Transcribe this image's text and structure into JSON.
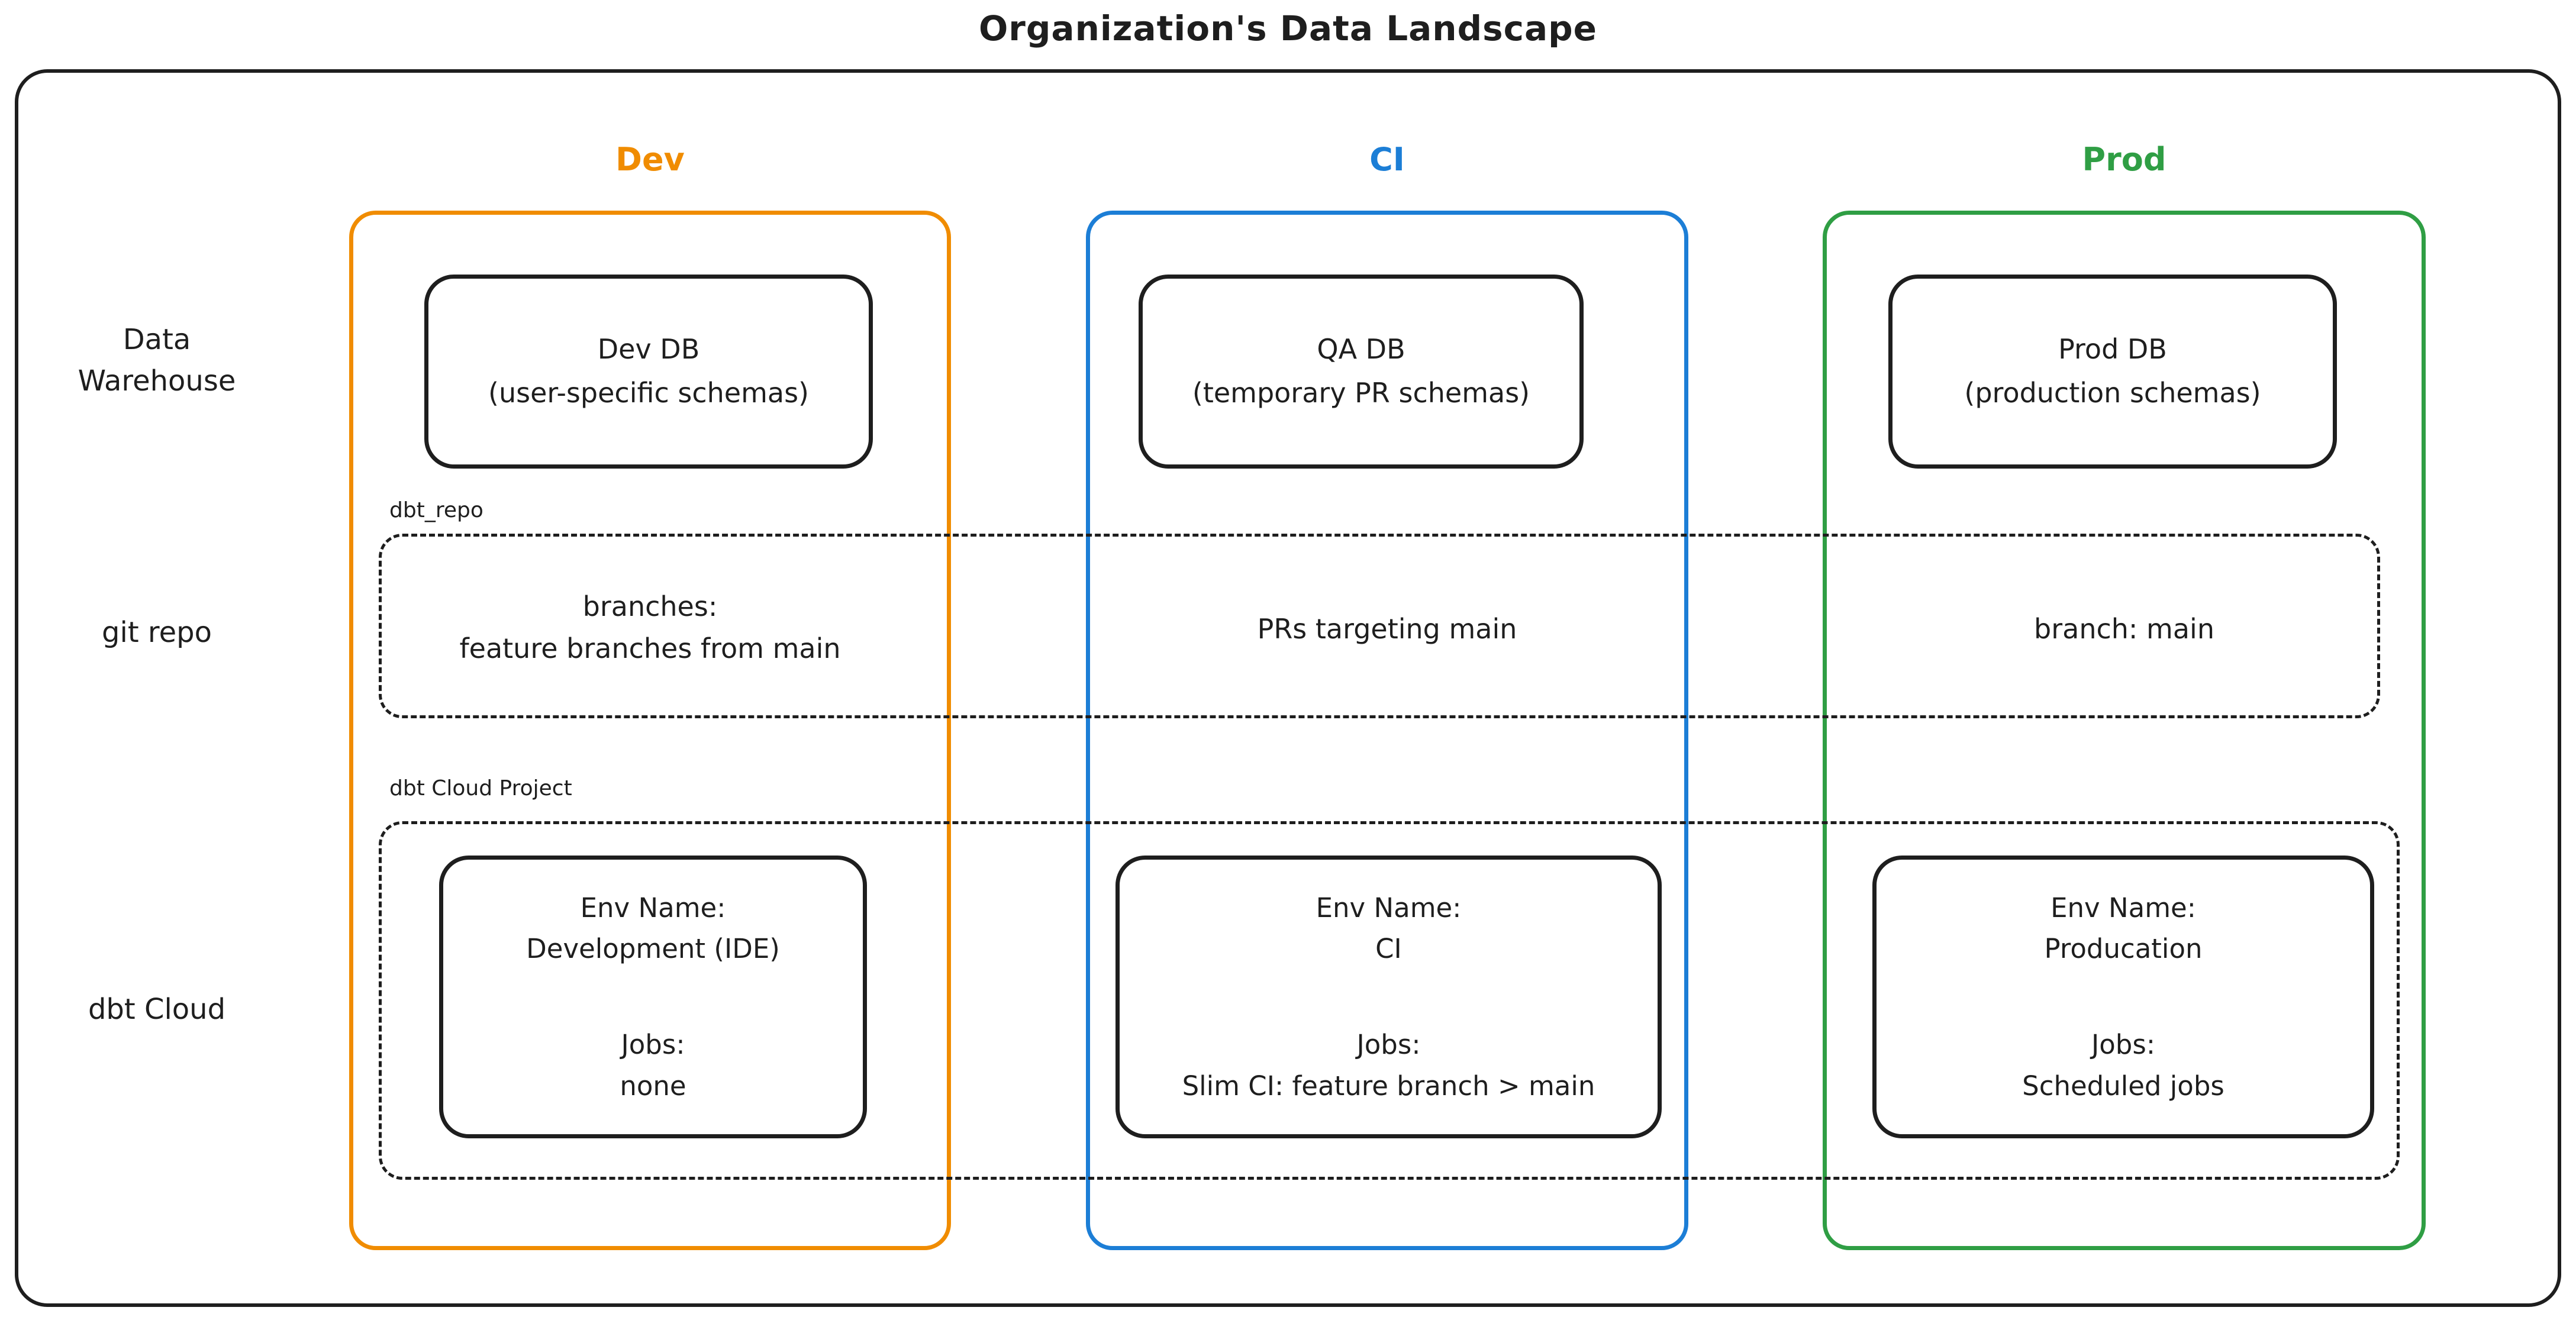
{
  "title": "Organization's Data Landscape",
  "colors": {
    "dev": "#f08c00",
    "ci": "#1c7ed6",
    "prod": "#2f9e44",
    "stroke": "#1e1e1e"
  },
  "columns": [
    {
      "key": "dev",
      "label": "Dev"
    },
    {
      "key": "ci",
      "label": "CI"
    },
    {
      "key": "prod",
      "label": "Prod"
    }
  ],
  "row_labels": [
    {
      "label": "Data Warehouse"
    },
    {
      "label": "git repo"
    },
    {
      "label": "dbt Cloud"
    }
  ],
  "warehouse_row": {
    "dev_db": "Dev DB\n(user-specific schemas)",
    "qa_db": "QA DB\n(temporary PR schemas)",
    "prod_db": "Prod DB\n(production schemas)"
  },
  "git_repo_row": {
    "container_label": "dbt_repo",
    "dev": "branches:\nfeature branches from main",
    "ci": "PRs targeting main",
    "prod": "branch: main"
  },
  "dbt_cloud_row": {
    "container_label": "dbt Cloud Project",
    "environments": [
      {
        "env_name_label": "Env Name:",
        "env_name": "Development (IDE)",
        "jobs_label": "Jobs:",
        "jobs": "none"
      },
      {
        "env_name_label": "Env Name:",
        "env_name": "CI",
        "jobs_label": "Jobs:",
        "jobs": "Slim CI: feature branch > main"
      },
      {
        "env_name_label": "Env Name:",
        "env_name": "Producation",
        "jobs_label": "Jobs:",
        "jobs": "Scheduled jobs"
      }
    ]
  }
}
